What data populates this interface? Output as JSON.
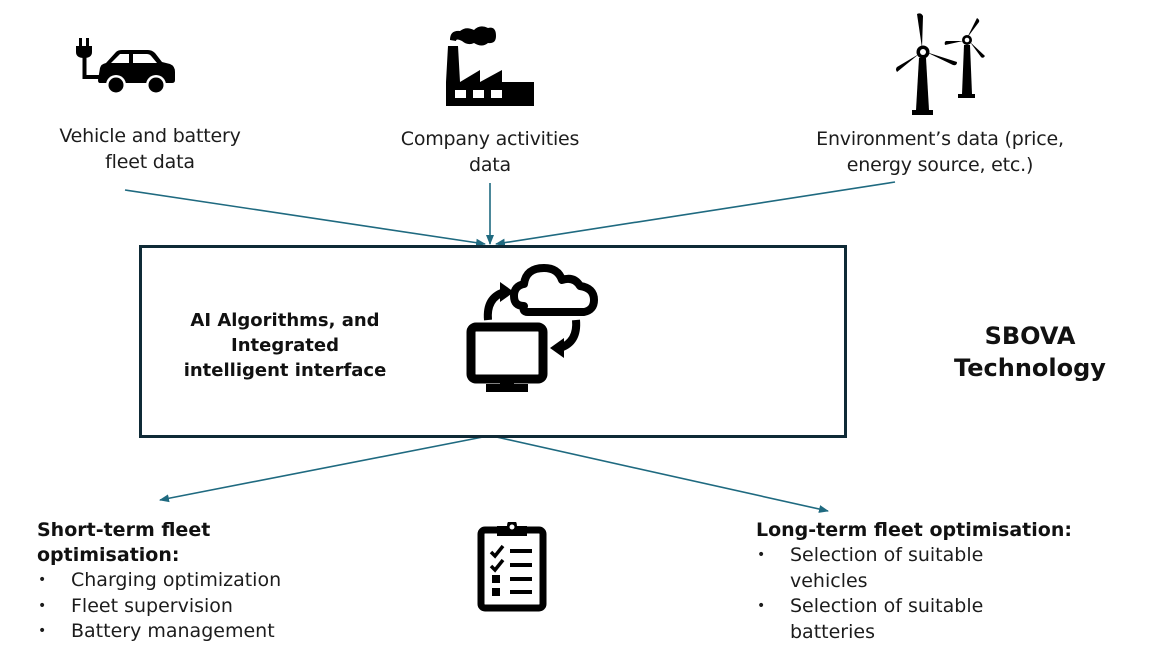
{
  "colors": {
    "arrow": "#1f6a80",
    "box_border": "#0f2a36",
    "icon": "#000000",
    "text": "#1c1c1c"
  },
  "inputs": [
    {
      "id": "vehicle",
      "icon": "electric-car-icon",
      "label_line1": "Vehicle and battery",
      "label_line2": "fleet data"
    },
    {
      "id": "company",
      "icon": "factory-icon",
      "label_line1": "Company activities",
      "label_line2": "data"
    },
    {
      "id": "environment",
      "icon": "wind-turbine-icon",
      "label_line1": "Environment’s data (price,",
      "label_line2": "energy source, etc.)"
    }
  ],
  "core": {
    "icon": "computer-cloud-sync-icon",
    "title_line1": "AI Algorithms, and",
    "title_line2": "Integrated",
    "title_line3": "intelligent interface"
  },
  "technology": {
    "line1": "SBOVA",
    "line2": "Technology"
  },
  "outputs": {
    "center_icon": "clipboard-checklist-icon",
    "short_term": {
      "title_line1": "Short-term fleet",
      "title_line2": "optimisation:",
      "items": [
        "Charging optimization",
        "Fleet supervision",
        "Battery management"
      ]
    },
    "long_term": {
      "title": "Long-term fleet optimisation:",
      "items": [
        {
          "line1": "Selection of suitable",
          "line2": "vehicles"
        },
        {
          "line1": "Selection of suitable",
          "line2": "batteries"
        }
      ]
    }
  },
  "bullet_glyph": "•"
}
